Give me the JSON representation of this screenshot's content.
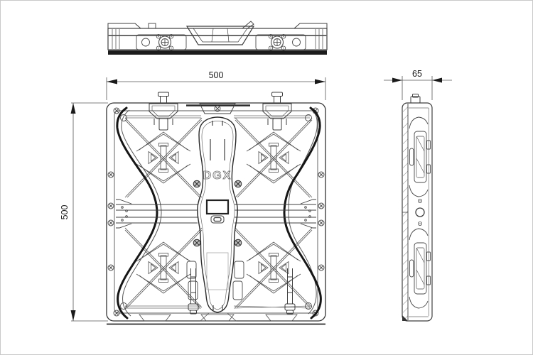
{
  "drawing": {
    "logo_text": "DGX",
    "dimensions": {
      "width_mm": "500",
      "height_mm": "500",
      "depth_mm": "65"
    },
    "colors": {
      "background": "#ffffff",
      "thin_line": "#3f3f3f",
      "thick_line": "#161616",
      "led_strip": "#1c1c1c",
      "dimension_text": "#1a1a1a",
      "canvas_border": "#c9c9c9"
    },
    "views": {
      "top_view": "cabinet-top-profile",
      "front_view": "cabinet-rear-face",
      "side_view": "cabinet-side-profile"
    }
  }
}
